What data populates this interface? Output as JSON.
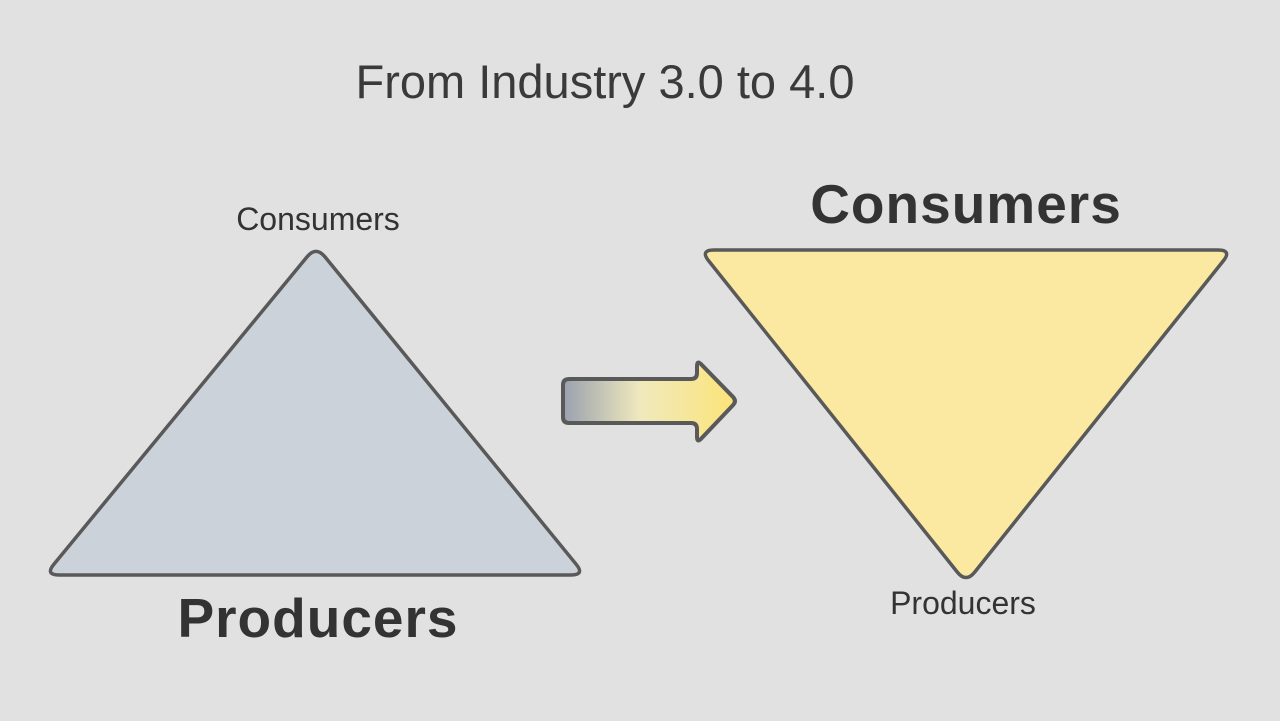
{
  "title": "From Industry 3.0 to 4.0",
  "left_pyramid": {
    "shape": "triangle-up",
    "top_label": "Consumers",
    "bottom_label": "Producers",
    "emphasized_label": "Producers"
  },
  "right_pyramid": {
    "shape": "triangle-down",
    "top_label": "Consumers",
    "bottom_label": "Producers",
    "emphasized_label": "Consumers"
  },
  "arrow": {
    "direction": "right"
  },
  "colors": {
    "background": "#e1e1e1",
    "left_triangle_fill": "#ccd2da",
    "right_triangle_fill": "#fce9a1",
    "shape_stroke": "#595959",
    "arrow_gradient_start": "#99a1ae",
    "arrow_gradient_mid": "#f0e9bd",
    "arrow_gradient_end": "#fce478",
    "title_text": "#3a3a3a",
    "label_text": "#333333"
  }
}
